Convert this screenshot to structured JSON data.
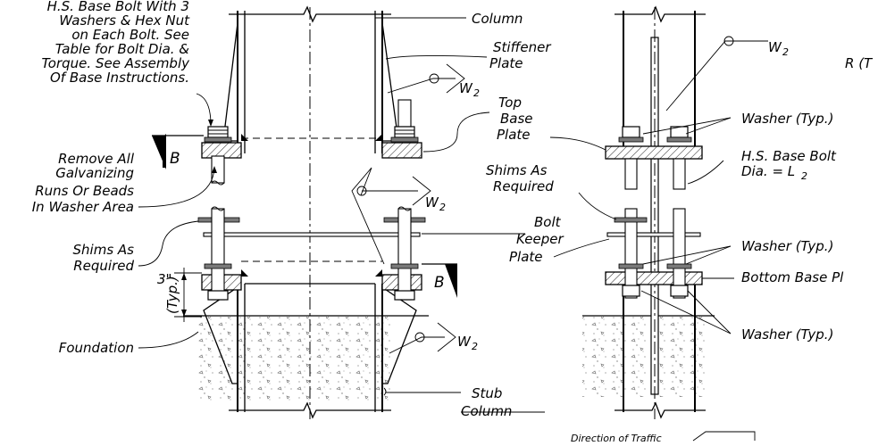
{
  "labels": {
    "base_bolt_note": [
      "H.S. Base Bolt With 3",
      "Washers & Hex Nut",
      "on Each Bolt. See",
      "Table for Bolt Dia. &",
      "Torque. See Assembly",
      "Of Base Instructions."
    ],
    "remove_galv": [
      "Remove All",
      "Galvanizing",
      "Runs Or Beads",
      "In Washer Area"
    ],
    "shims_left": [
      "Shims As",
      "Required"
    ],
    "dim_3in": "3\"",
    "dim_typ": "(Typ.)",
    "foundation": "Foundation",
    "column": "Column",
    "stiffener": [
      "Stiffener",
      "Plate"
    ],
    "weld_w2": "W",
    "weld_sub": "2",
    "top_base": [
      "Top",
      "Base",
      "Plate"
    ],
    "bolt_keeper": [
      "Bolt",
      "Keeper",
      "Plate"
    ],
    "section_b": "B",
    "stub_column": [
      "Stub",
      "Column"
    ],
    "shims_mid": [
      "Shims As",
      "Required"
    ],
    "washer_typ": "Washer (Typ.)",
    "hs_base_bolt": [
      "H.S. Base Bolt",
      "Dia. = L"
    ],
    "hs_sub": "2",
    "bottom_base": "Bottom Base Pl",
    "r_label": "R (T",
    "direction": "Direction of Traffic"
  }
}
